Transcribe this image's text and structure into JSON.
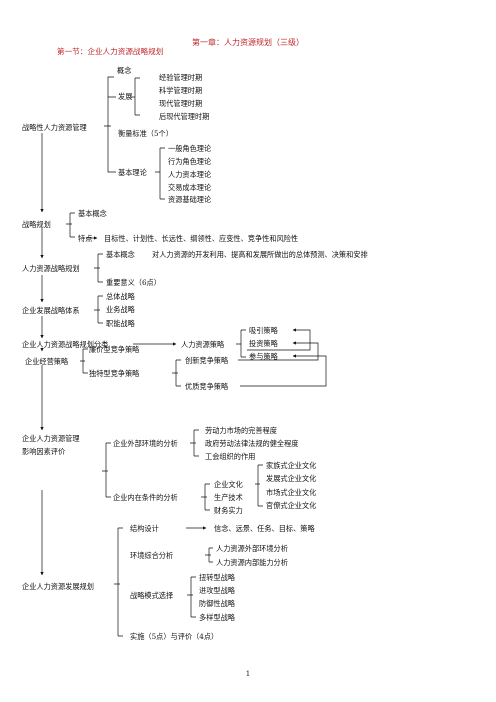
{
  "chapter_title": "第一章：人力资源规划（三级）",
  "section_title": "第一节：企业人力资源战略规划",
  "page_number": "1",
  "nodes": {
    "strategic_hrm": "战略性人力资源管理",
    "concept": "概念",
    "development": "发展",
    "stage_experience": "经验管理时期",
    "stage_science": "科学管理时期",
    "stage_modern": "现代管理时期",
    "stage_post_modern": "后现代管理时期",
    "measure": "衡量标准（5个）",
    "basic_theory": "基本理论",
    "theory_general": "一般角色理论",
    "theory_behavior": "行为角色理论",
    "theory_human_capital": "人力资本理论",
    "theory_transaction": "交易成本理论",
    "theory_resource": "资源基础理论",
    "strategic_planning": "战略规划",
    "basic_concept": "基本概念",
    "features_label": "特点",
    "features_text": "目标性、计划性、长远性、纲领性、应变性、竞争性和风险性",
    "hr_strategic_planning": "人力资源战略规划",
    "hr_concept_label": "基本概念",
    "hr_concept_text": "对人力资源的开发利用、提高和发展所做出的总体预测、决策和安排",
    "importance": "重要意义（6点）",
    "dev_strategy_system": "企业发展战略体系",
    "overall_strategy": "总体战略",
    "business_strategy": "业务战略",
    "functional_strategy": "职能战略",
    "hr_planning_class": "企业人力资源战略规划分类",
    "hr_strategy": "人力资源策略",
    "attract": "吸引策略",
    "invest": "投资策略",
    "participate": "参与策略",
    "business_strategy_kind": "企业经营策略",
    "cost_leadership": "廉价型竞争策略",
    "unique": "独特型竞争策略",
    "innovation": "创新竞争策略",
    "quality": "优质竞争策略",
    "influence_eval_1": "企业人力资源管理",
    "influence_eval_2": "影响因素评价",
    "external_analysis": "企业外部环境的分析",
    "ext_labor": "劳动力市场的完善程度",
    "ext_policy": "政府劳动法律法规的健全程度",
    "ext_union": "工会组织的作用",
    "internal_analysis": "企业内在条件的分析",
    "corp_culture": "企业文化",
    "production_tech": "生产技术",
    "financial": "财务实力",
    "culture_family": "家族式企业文化",
    "culture_develop": "发展式企业文化",
    "culture_market": "市场式企业文化",
    "culture_bureau": "官僚式企业文化",
    "hr_dev_planning": "企业人力资源发展规划",
    "structure_design": "结构设计",
    "structure_text": "信念、远景、任务、目标、策略",
    "env_analysis": "环境综合分析",
    "hr_external_env": "人力资源外部环境分析",
    "hr_internal_cap": "人力资源内部能力分析",
    "strategy_choice": "战略模式选择",
    "s_expand": "扭转型战略",
    "s_offense": "进攻型战略",
    "s_defense": "防御性战略",
    "s_diverse": "多样型战略",
    "implement": "实施（5点）与评价（4点）"
  }
}
